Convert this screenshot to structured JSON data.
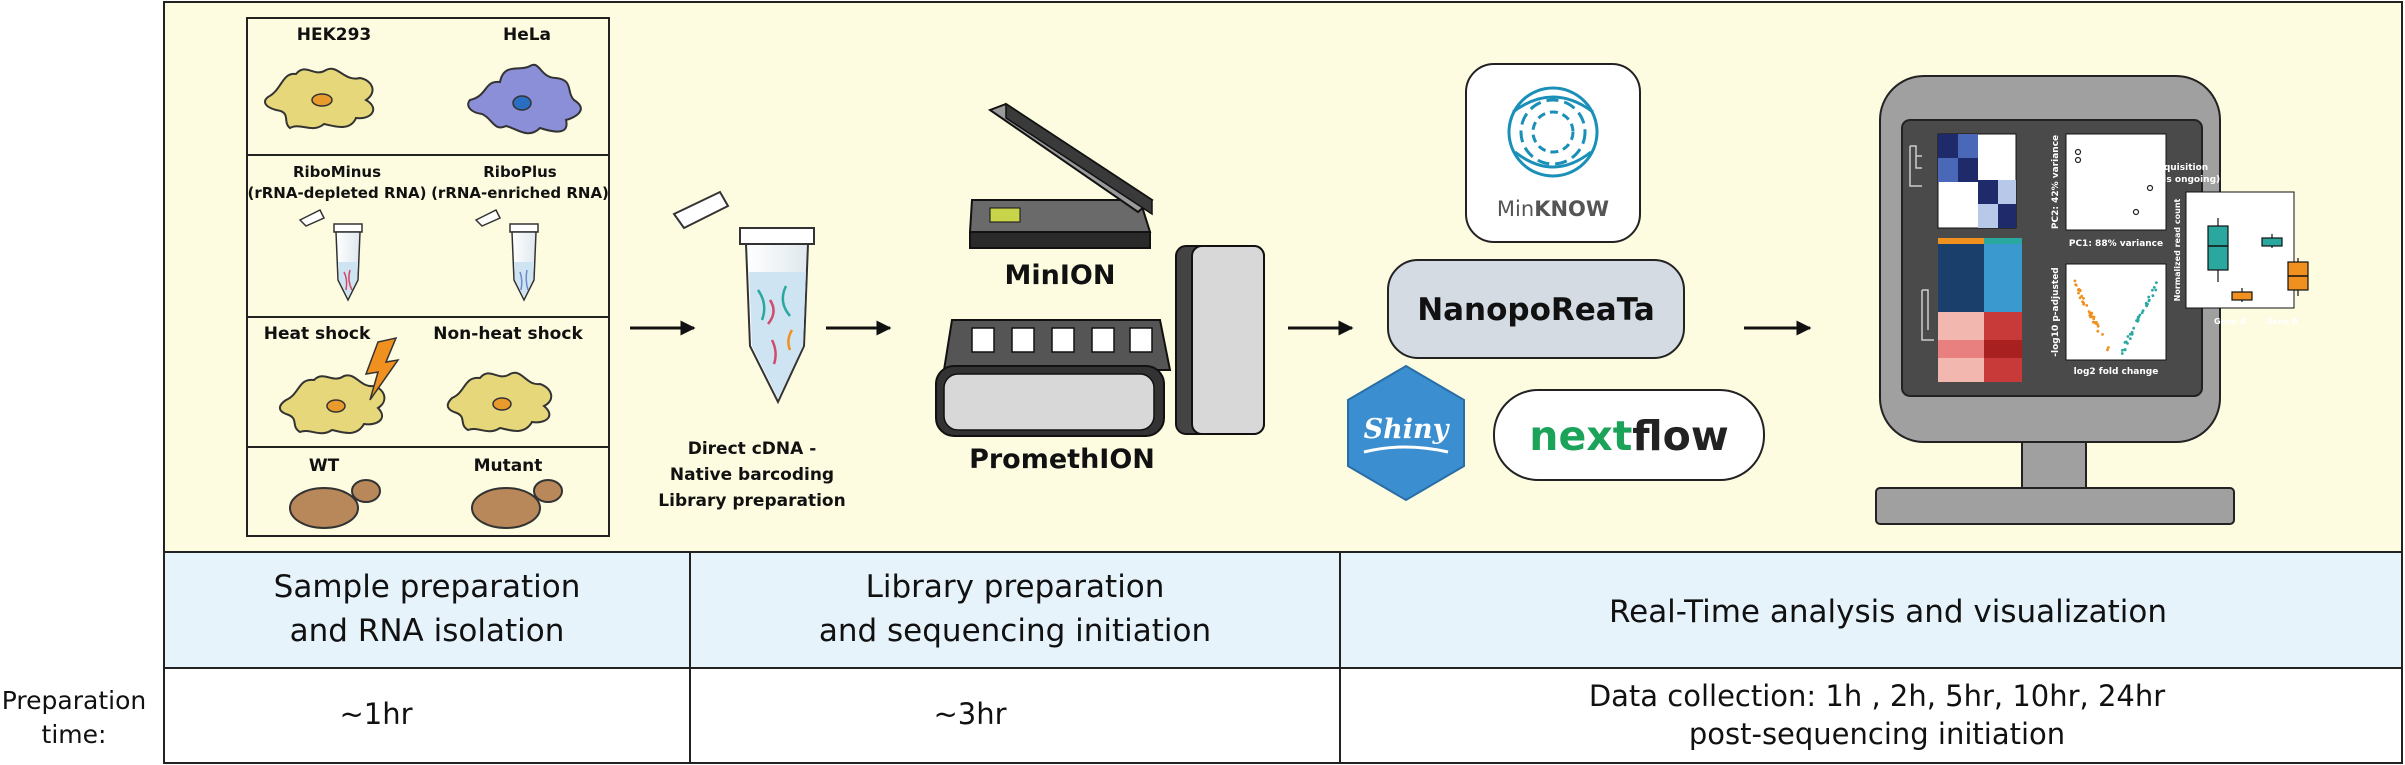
{
  "samples": {
    "row1": {
      "left": "HEK293",
      "right": "HeLa"
    },
    "row2": {
      "left": "RiboMinus",
      "left_sub": "(rRNA-depleted RNA)",
      "right": "RiboPlus",
      "right_sub": "(rRNA-enriched RNA)"
    },
    "row3": {
      "left": "Heat shock",
      "right": "Non-heat shock"
    },
    "row4": {
      "left": "WT",
      "right": "Mutant"
    }
  },
  "library": {
    "line1": "Direct cDNA -",
    "line2": "Native barcoding",
    "line3": "Library preparation"
  },
  "devices": {
    "minion": "MinION",
    "promethion": "PromethION"
  },
  "software": {
    "minknow_part1": "Min",
    "minknow_part2": "KNOW",
    "nanoporeata": "NanopoReaTa",
    "shiny": "Shiny",
    "nextflow_part1": "next",
    "nextflow_part2": "flow"
  },
  "monitor": {
    "pca_ylabel": "PC2: 42% variance",
    "pca_xlabel": "PC1: 88% variance",
    "volcano_ylabel": "-log10 p-adjusted",
    "volcano_xlabel": "log2 fold change",
    "box_title_line1": "Real-time data aquisition",
    "box_title_line2": "(while sequencing is ongoing)",
    "box_ylabel": "Normalized read count",
    "box_gene_a": "Gene A",
    "box_gene_b": "Gene B"
  },
  "colors": {
    "panel_bg": "#fdfbe0",
    "header_bg": "#e6f3fb",
    "teal": "#2aa8a0",
    "orange": "#f0901e",
    "nextflow_green": "#1ba35a",
    "minknow_blue": "#1a8fb8",
    "shiny_blue": "#3b8fd0",
    "monitor_screen": "#4a4a4a"
  },
  "table": {
    "headers": [
      {
        "line1": "Sample preparation",
        "line2": "and RNA isolation"
      },
      {
        "line1": "Library preparation",
        "line2": "and sequencing initiation"
      },
      {
        "line1": "Real-Time analysis and visualization",
        "line2": ""
      }
    ],
    "row_label_line1": "Preparation",
    "row_label_line2": "time:",
    "times": [
      {
        "line1": "~1hr",
        "line2": ""
      },
      {
        "line1": "~3hr",
        "line2": ""
      },
      {
        "line1": "Data collection: 1h , 2h, 5hr, 10hr, 24hr",
        "line2": "post-sequencing initiation"
      }
    ]
  }
}
